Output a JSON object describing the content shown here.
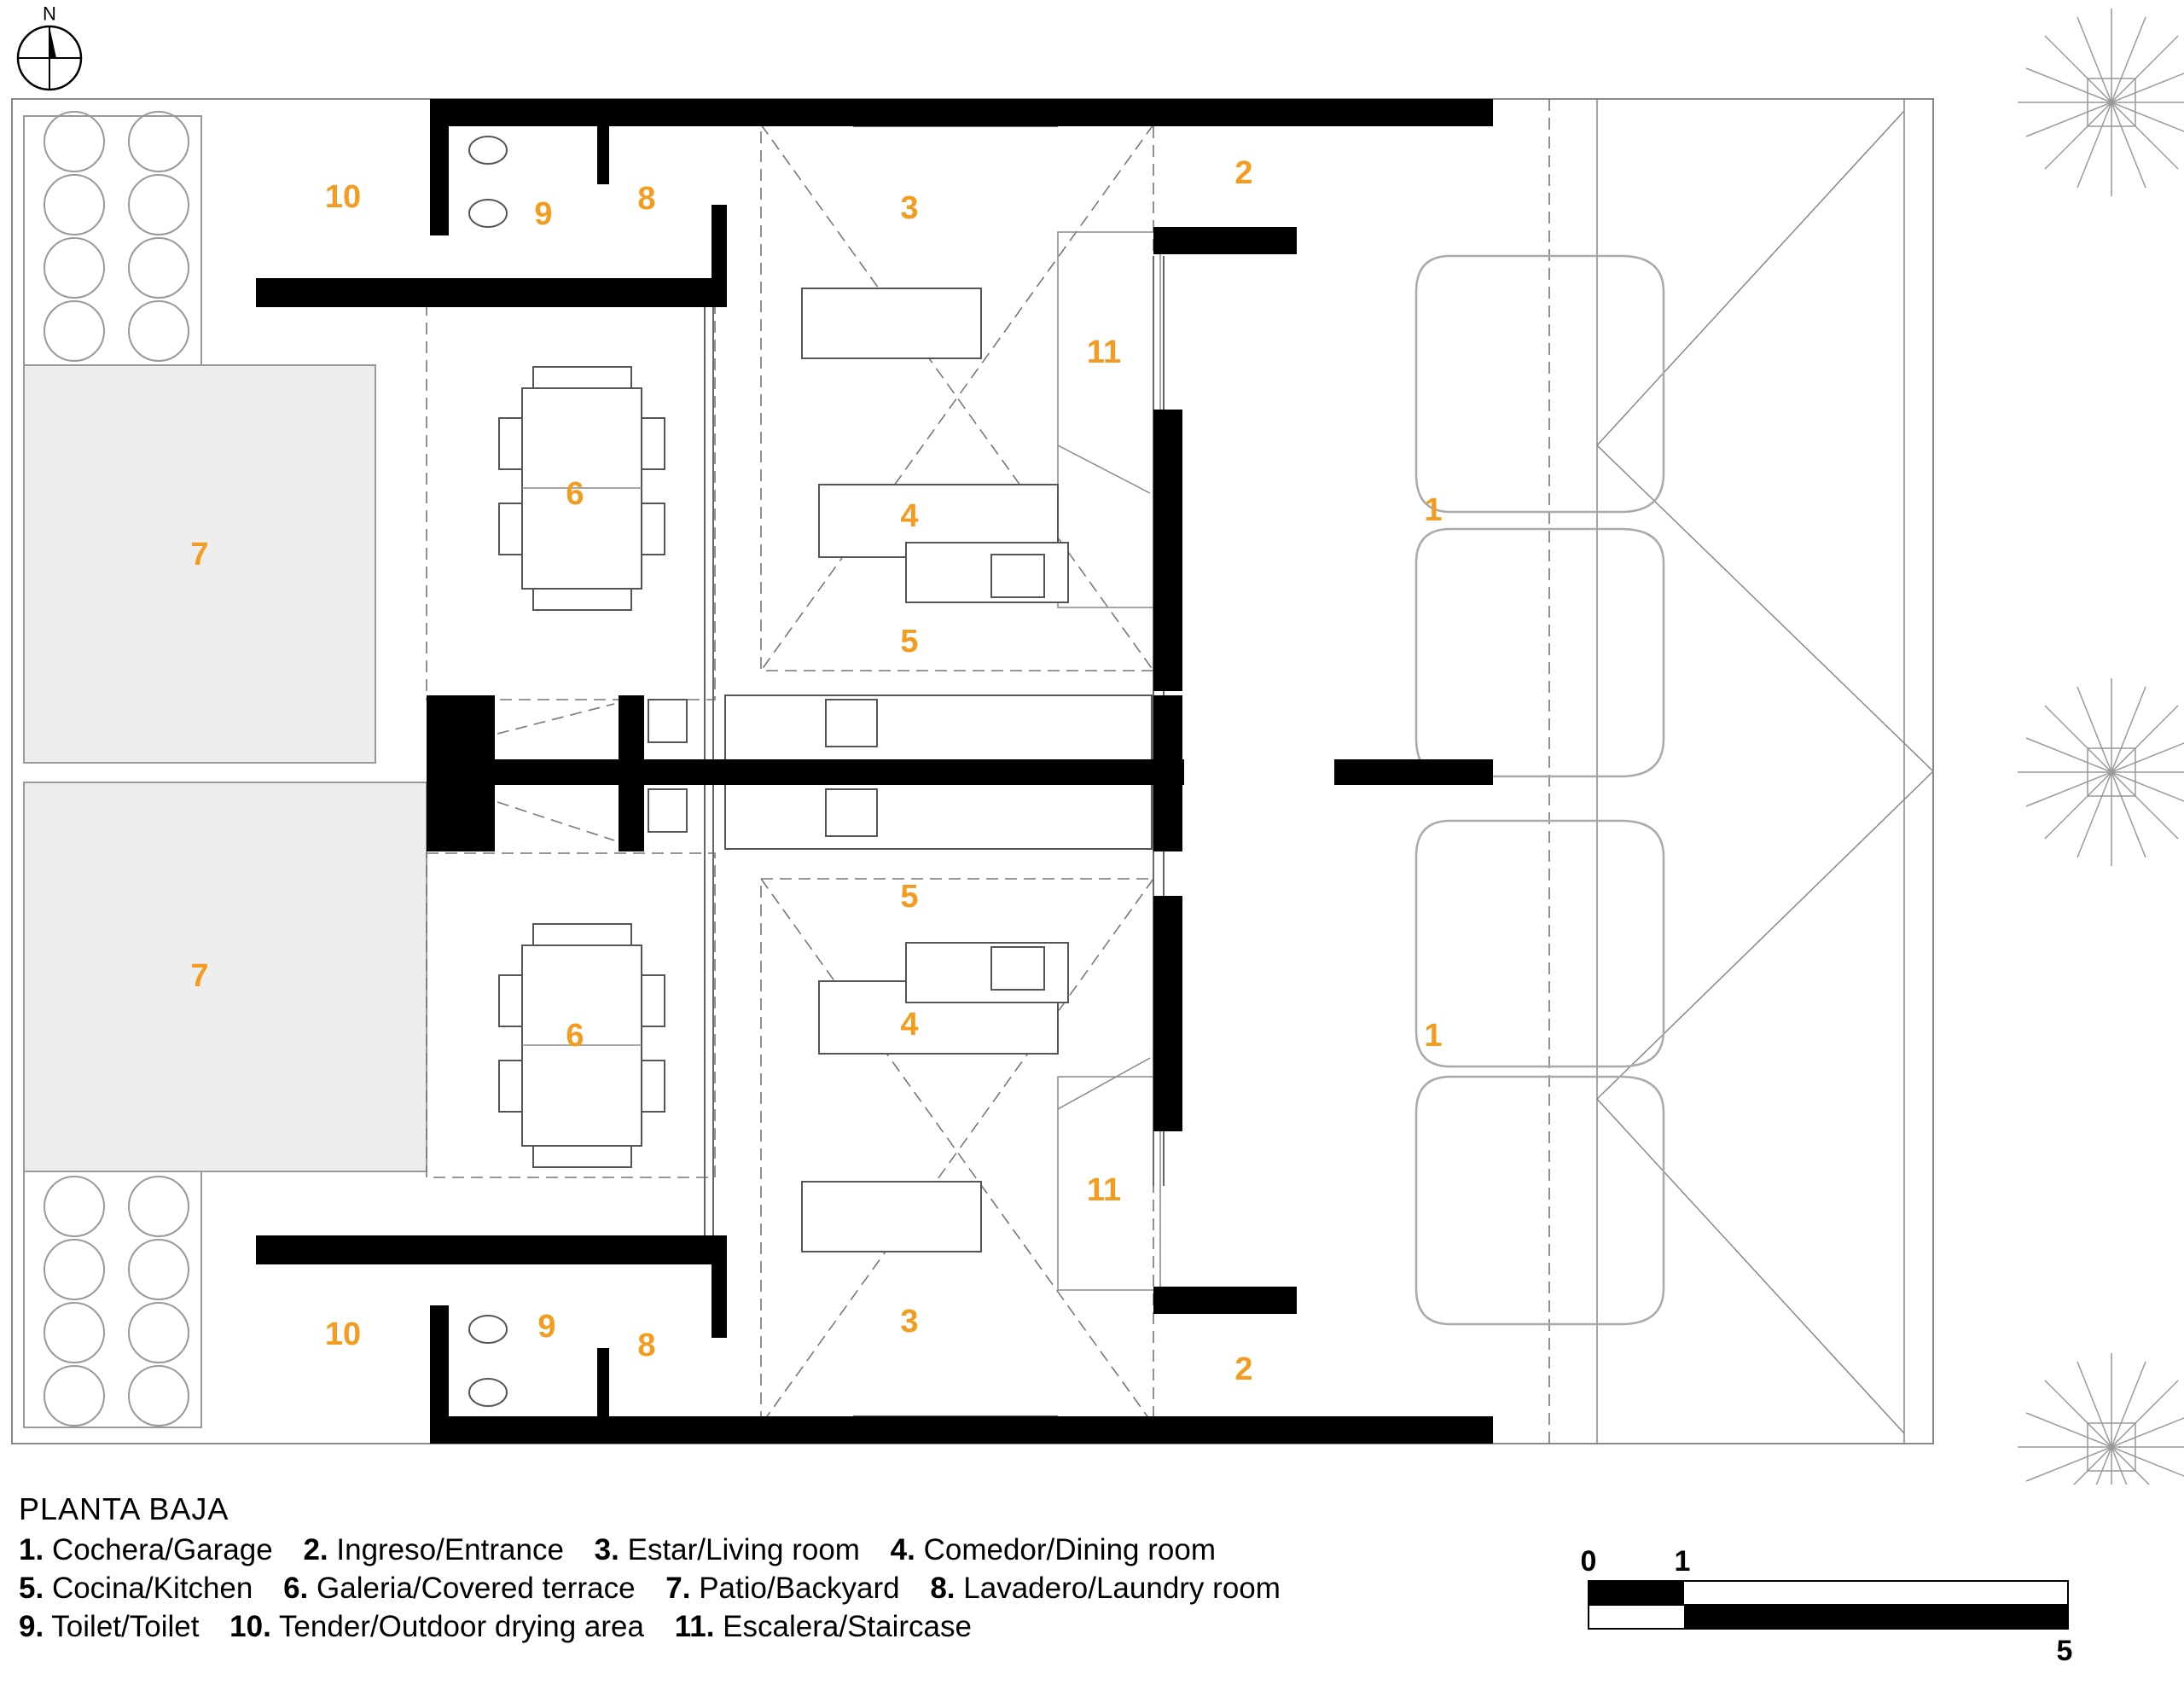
{
  "north": {
    "label": "N"
  },
  "plan": {
    "rooms": [
      {
        "id": "garage-top",
        "num": "1"
      },
      {
        "id": "garage-bottom",
        "num": "1"
      },
      {
        "id": "entrance-top",
        "num": "2"
      },
      {
        "id": "entrance-bottom",
        "num": "2"
      },
      {
        "id": "living-top",
        "num": "3"
      },
      {
        "id": "living-bottom",
        "num": "3"
      },
      {
        "id": "dining-top",
        "num": "4"
      },
      {
        "id": "dining-bottom",
        "num": "4"
      },
      {
        "id": "kitchen-top",
        "num": "5"
      },
      {
        "id": "kitchen-bottom",
        "num": "5"
      },
      {
        "id": "terrace-top",
        "num": "6"
      },
      {
        "id": "terrace-bottom",
        "num": "6"
      },
      {
        "id": "patio-top",
        "num": "7"
      },
      {
        "id": "patio-bottom",
        "num": "7"
      },
      {
        "id": "laundry-top",
        "num": "8"
      },
      {
        "id": "laundry-bottom",
        "num": "8"
      },
      {
        "id": "toilet-top",
        "num": "9"
      },
      {
        "id": "toilet-bottom",
        "num": "9"
      },
      {
        "id": "drying-top",
        "num": "10"
      },
      {
        "id": "drying-bottom",
        "num": "10"
      },
      {
        "id": "stair-top",
        "num": "11"
      },
      {
        "id": "stair-bottom",
        "num": "11"
      }
    ]
  },
  "legend": {
    "title": "PLANTA BAJA",
    "lines": [
      [
        {
          "num": "1.",
          "text": "Cochera/Garage"
        },
        {
          "num": "2.",
          "text": "Ingreso/Entrance"
        },
        {
          "num": "3.",
          "text": "Estar/Living room"
        },
        {
          "num": "4.",
          "text": "Comedor/Dining room"
        }
      ],
      [
        {
          "num": "5.",
          "text": "Cocina/Kitchen"
        },
        {
          "num": "6.",
          "text": "Galeria/Covered terrace"
        },
        {
          "num": "7.",
          "text": "Patio/Backyard"
        },
        {
          "num": "8.",
          "text": "Lavadero/Laundry room"
        }
      ],
      [
        {
          "num": "9.",
          "text": "Toilet/Toilet"
        },
        {
          "num": "10.",
          "text": "Tender/Outdoor drying area"
        },
        {
          "num": "11.",
          "text": "Escalera/Staircase"
        }
      ]
    ]
  },
  "scale": {
    "zero": "0",
    "one": "1",
    "five": "5"
  },
  "colors": {
    "room_number": "#f39c1f",
    "wall": "#000000",
    "patio_fill": "#eeeeee"
  }
}
